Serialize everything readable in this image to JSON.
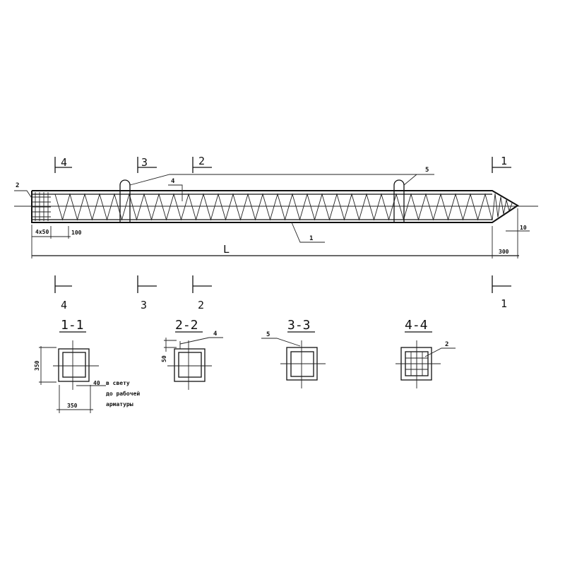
{
  "elevation": {
    "length_label": "L",
    "dim_end_plate": "4x50",
    "dim_first_pitch": "100",
    "dim_tip": "300",
    "dim_tip_offset": "10",
    "callouts": {
      "end_mesh": "2",
      "spiral": "4",
      "lifting_loop": "5",
      "main_bar": "1"
    },
    "cut_marks": [
      "4",
      "3",
      "2",
      "1"
    ]
  },
  "sections": [
    {
      "title": "1-1",
      "dims": {
        "height": "350",
        "width": "350",
        "cover": "40"
      },
      "note": [
        "в свету",
        "до рабочей",
        "арматуры"
      ]
    },
    {
      "title": "2-2",
      "callout": "4",
      "dims": {
        "spacing": "50"
      }
    },
    {
      "title": "3-3",
      "callout": "5"
    },
    {
      "title": "4-4",
      "callout": "2"
    }
  ]
}
